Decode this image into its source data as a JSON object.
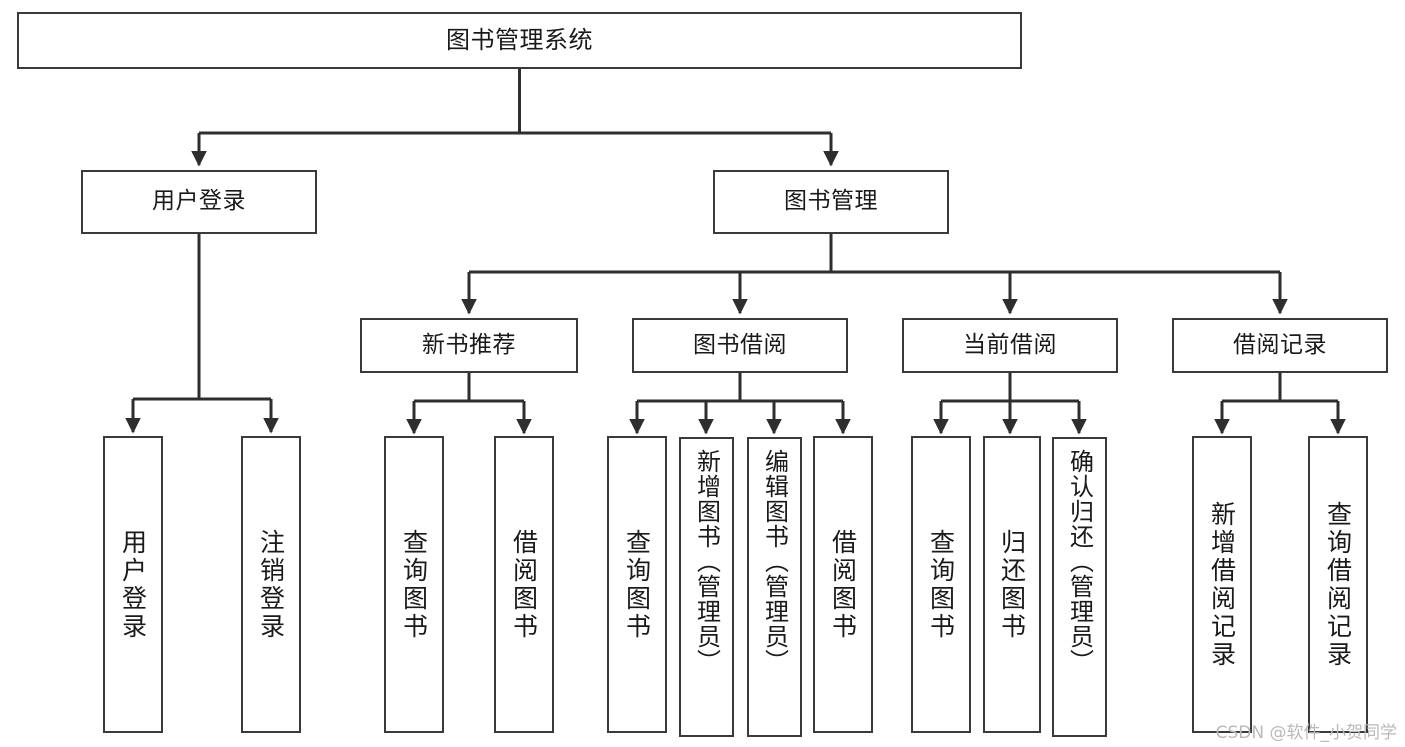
{
  "diagram": {
    "title": "图书管理系统",
    "type": "tree",
    "stroke_color": "#3a3a3a",
    "background_color": "#ffffff",
    "text_color": "#1a1a1a",
    "root": {
      "label": "图书管理系统"
    },
    "level2": [
      {
        "label": "用户登录"
      },
      {
        "label": "图书管理"
      }
    ],
    "level3": [
      {
        "label": "新书推荐"
      },
      {
        "label": "图书借阅"
      },
      {
        "label": "当前借阅"
      },
      {
        "label": "借阅记录"
      }
    ],
    "leaves": {
      "user_login": [
        {
          "label": "用户登录"
        },
        {
          "label": "注销登录"
        }
      ],
      "new_book_recommend": [
        {
          "label": "查询图书"
        },
        {
          "label": "借阅图书"
        }
      ],
      "book_borrow": [
        {
          "label": "查询图书"
        },
        {
          "label": "新增图书（管理员）"
        },
        {
          "label": "编辑图书（管理员）"
        },
        {
          "label": "借阅图书"
        }
      ],
      "current_borrow": [
        {
          "label": "查询图书"
        },
        {
          "label": "归还图书"
        },
        {
          "label": "确认归还（管理员）"
        }
      ],
      "borrow_record": [
        {
          "label": "新增借阅记录"
        },
        {
          "label": "查询借阅记录"
        }
      ]
    }
  },
  "watermark": {
    "text": "CSDN @软件_小贺同学"
  }
}
